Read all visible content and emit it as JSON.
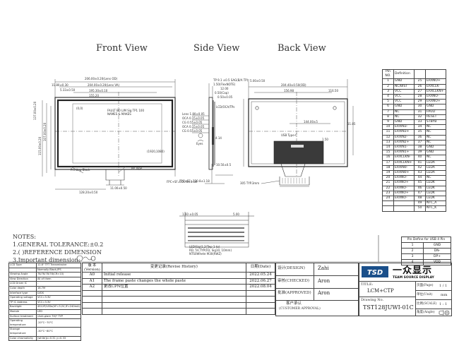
{
  "views": {
    "front": "Front View",
    "side": "Side View",
    "back": "Back View"
  },
  "front_dims": {
    "top_outer": "206.00±0.20(Lens OD)",
    "top_lcd": "204.00±0.20(Lens VA)",
    "top_aa": "195.30±0.10",
    "top_ca": "155.20",
    "left_small": "11.80±0.30",
    "left_small2": "5.33±0.50",
    "left_v1": "137.00±0.20",
    "left_v2": "115.00±0.20",
    "left_v3": "107.00±0.20",
    "corner": "(0,0)",
    "corner2": "(1920,1080)",
    "center_label1": "FAULT BO LIM Sig TP1 100",
    "center_label2": "NAMES & MAKES",
    "ps_label": "Printing Black",
    "tape": "PP Tape",
    "bottom1": "128.20±0.50",
    "bottom2": "11.00±0.50",
    "connector_note": "FPC+SF=320.8±1.18"
  },
  "side_dims": {
    "top1": "TP 9.1 ±0.5 SAG(B/A TP)",
    "top2": "1.50(FlexNOTE)",
    "top3": "12.00",
    "top4": "0.50(Cap)",
    "top5": "0.50±0.05",
    "l1": "Lens 1.80±0.05",
    "l2": "OCA 0.15±0.05",
    "l3": "CG 0.55±0.05",
    "l4": "OCA 0.15±0.05",
    "l5": "CG 0.55±0.05",
    "eye": "Eyes",
    "fpc": "FPC+SF=320.8±1.18",
    "bottom": "10.50±0.5",
    "lcd_label": "LCD/OCA/TPs",
    "right": "4.14"
  },
  "back_dims": {
    "top1": "204.40±0.50(OD)",
    "top2": "156.98",
    "top3": "116.50",
    "top4": "5.00±0.50",
    "mid": "144.00±5",
    "side1": "11.85",
    "bottom1": "305 TYP.3mm",
    "label": "USB Type-C",
    "r1": "1.50"
  },
  "connector": {
    "top": "1.60 ±0.05",
    "top2": "5.00",
    "caption1": "LED(Sig)1,2(Twp 1 to)",
    "caption2": "RD, 5V,TYP(FD, Sig10, 10mm)",
    "caption3": "NTS0Whete M30(RWZ)"
  },
  "pin_table": {
    "header": [
      "Pin NO.",
      "Definition",
      "",
      ""
    ],
    "rows": [
      [
        "1",
        "GND",
        "25",
        "ERXNO+"
      ],
      [
        "2",
        "NC/BIST",
        "26",
        "ERXCLK-"
      ],
      [
        "3",
        "VCC",
        "27",
        "ERXCLKN+"
      ],
      [
        "4",
        "VCC",
        "28",
        "ERXNO-"
      ],
      [
        "5",
        "VCC",
        "29",
        "ERXNO+"
      ],
      [
        "6",
        "GND",
        "30",
        "GND"
      ],
      [
        "7",
        "NC",
        "31",
        "FAULT"
      ],
      [
        "8",
        "NC",
        "32",
        "RESET"
      ],
      [
        "9",
        "GND",
        "33",
        "STBYB"
      ],
      [
        "10",
        "ERXIN3-",
        "34",
        "NC"
      ],
      [
        "11",
        "ERXIN3+",
        "35",
        "NC"
      ],
      [
        "12",
        "ERXIN2-",
        "36",
        "NC"
      ],
      [
        "13",
        "ERXIN2+",
        "37",
        "NC"
      ],
      [
        "14",
        "ERXIN1-",
        "38",
        "GND"
      ],
      [
        "15",
        "ERXIN1+",
        "39",
        "GND"
      ],
      [
        "16",
        "ERXCLKN-",
        "40",
        "NC"
      ],
      [
        "17",
        "ERXCLKN+",
        "41",
        "LEDA"
      ],
      [
        "18",
        "ERXIN0-",
        "42",
        "LEDA"
      ],
      [
        "19",
        "ERXIN0+",
        "43",
        "LEDA"
      ],
      [
        "20",
        "ERXNO-",
        "44",
        "NC"
      ],
      [
        "21",
        "ERXNO+",
        "45",
        "LEDK"
      ],
      [
        "22",
        "ERXNO-",
        "46",
        "LEDK"
      ],
      [
        "23",
        "ERXNO+",
        "47",
        "LEDK"
      ],
      [
        "24",
        "ERXNO-",
        "48",
        "LEDK"
      ],
      [
        "",
        "",
        "49",
        "NTC_A"
      ],
      [
        "",
        "",
        "50",
        "NTC_K"
      ]
    ]
  },
  "usb_table": {
    "title": "Pin Define for USB 4 Pin",
    "rows": [
      [
        "1",
        "GND"
      ],
      [
        "2",
        "DN-"
      ],
      [
        "3",
        "DP+"
      ],
      [
        "4",
        "VDD"
      ]
    ]
  },
  "notes": {
    "title": "NOTES:",
    "n1": "1.GENERAL TOLERANCE:±0.2",
    "n2": "2.(  )REFERENCE DIMENSION",
    "n3": "3.Important dimension:"
  },
  "spec_table": {
    "rows": [
      [
        "LCD Type",
        "12.8\" TFT Transmissive"
      ],
      [
        "",
        "Normally Black,IPS"
      ],
      [
        "Viewing Angle",
        "78/78/78/78(CR>10)"
      ],
      [
        "View Direction",
        "All of them"
      ],
      [
        "LCD Driver IC",
        "-"
      ],
      [
        "Color depth",
        "16.7M"
      ],
      [
        "Interface type",
        "LVDS"
      ],
      [
        "Operating voltage",
        "VCC=3.3V"
      ],
      [
        "TP IC Address",
        "VCC=3.3V"
      ],
      [
        "Backlight",
        "4S12P/LEDs(VF=3.2V,IF=240mA)"
      ],
      [
        "Module",
        "LED"
      ],
      [
        "Surface treatment",
        "(Anti-glare 7H)* TYP"
      ],
      [
        "Operating temperature",
        "-20°C~70°C"
      ],
      [
        "Storage temperature",
        "-30°C~80°C"
      ],
      [
        "Color chromaticity",
        "[white]x=0.31 y=0.33"
      ]
    ]
  },
  "revision": {
    "header": [
      "版 本\n(Version)",
      "变更记录(Revise History)",
      "日期(Date)"
    ],
    "rows": [
      [
        "A0",
        "Initial release",
        "2022.05.24"
      ],
      [
        "A1",
        "The frame paste changes the whole paste",
        "2022.06.27"
      ],
      [
        "A2",
        "更改CPN位置",
        "2022.08.04"
      ]
    ]
  },
  "approvals": {
    "design_label": "设计(DESIGN)",
    "design_name": "Zahi",
    "checked_label": "审核(CHECKED)",
    "checked_name": "Aron",
    "approved_label": "批准(APPROVED)",
    "approved_name": "Aron",
    "customer_label": "客户承认",
    "customer_label2": "(CUSTOMER APPROVAL)"
  },
  "title_block": {
    "logo_cn": "一众显示",
    "logo_en": "TEAM SOURCE DISPLAY",
    "logo_mark": "TSD",
    "title_label": "TITLE:",
    "title": "LCM+CTP",
    "drawing_label": "Drawing No.",
    "drawing_no": "TST128JUWI-01C",
    "page_label": "页面(Page)",
    "page": "1 / 1",
    "unit_label": "单位(Unit)",
    "unit": "mm",
    "scale_label": "比例(SCALE)",
    "scale": "1 : 1",
    "angle_label": "角度(Angle)"
  },
  "colors": {
    "line": "#333333",
    "dim": "#555555",
    "dark_fill": "#3a3a3a",
    "blue": "#1a4f8a",
    "red": "#c0392b"
  }
}
